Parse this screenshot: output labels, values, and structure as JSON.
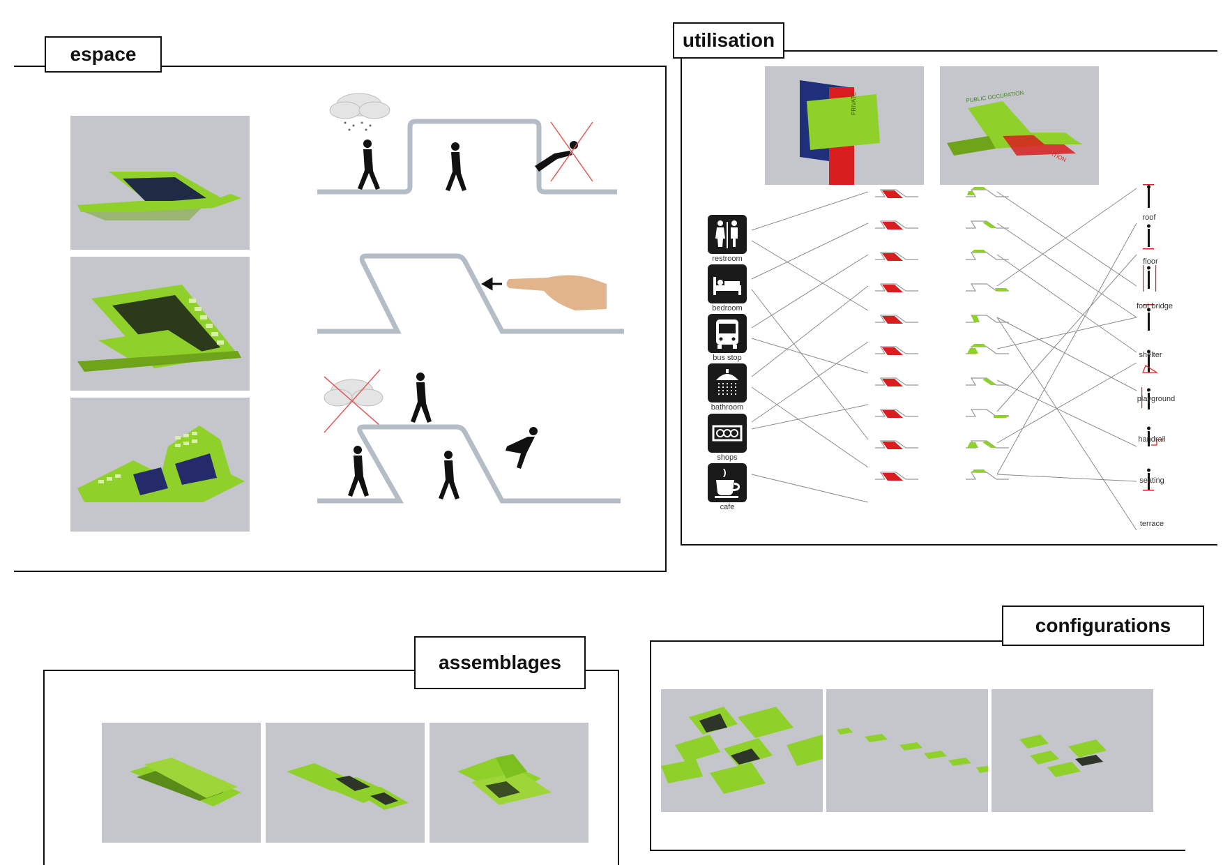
{
  "sections": {
    "espace": "espace",
    "utilisation": "utilisation",
    "assemblages": "assemblages",
    "configurations": "configurations"
  },
  "utilisation": {
    "render_labels": {
      "public_occupation": "PUBLIC OCCUPATION",
      "private_occupation_partial": "ITION",
      "side_text": "PRIVATE"
    },
    "services": [
      "restroom",
      "bedroom",
      "bus stop",
      "bathroom",
      "shops",
      "cafe"
    ],
    "functions": [
      "roof",
      "floor",
      "foot bridge",
      "shelter",
      "playground",
      "handrail",
      "seating",
      "terrace"
    ]
  },
  "colors": {
    "accent_green": "#8fd12a",
    "accent_red": "#d81e1e",
    "render_background": "#c4c6cb",
    "frame": "#111111"
  },
  "icons": {
    "restroom": "restroom-icon",
    "bedroom": "bed-icon",
    "bus_stop": "bus-icon",
    "bathroom": "shower-icon",
    "shops": "shop-icon",
    "cafe": "cup-icon"
  }
}
